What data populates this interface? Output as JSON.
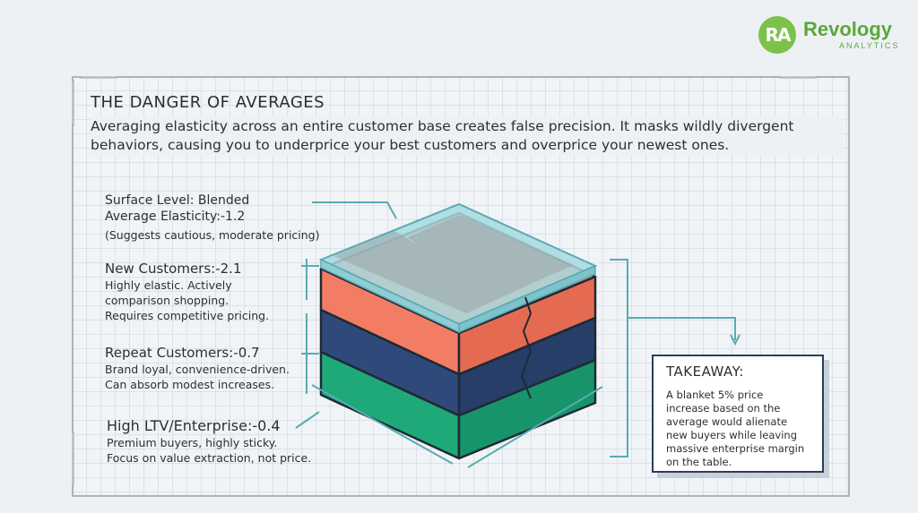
{
  "brand": {
    "mark": "RA",
    "name": "Revology",
    "sub": "ANALYTICS"
  },
  "title": "THE DANGER OF AVERAGES",
  "intro": "Averaging elasticity across an entire customer base creates false precision. It masks wildly divergent behaviors, causing you to underprice your best customers and overprice your newest ones.",
  "layers": [
    {
      "heading": "Surface Level: Blended",
      "heading2": "Average Elasticity:-1.2",
      "desc": "(Suggests cautious, moderate pricing)",
      "color": "#9fd6db"
    },
    {
      "heading": "New Customers:-2.1",
      "desc1": "Highly elastic. Actively",
      "desc2": "comparison shopping.",
      "desc3": "Requires competitive pricing.",
      "color": "#f37c64"
    },
    {
      "heading": "Repeat Customers:-0.7",
      "desc1": "Brand loyal, convenience-driven.",
      "desc2": "Can absorb modest increases.",
      "color": "#2f4a7a"
    },
    {
      "heading": "High LTV/Enterprise:-0.4",
      "desc1": "Premium buyers, highly sticky.",
      "desc2": "Focus on value extraction, not price.",
      "color": "#1fa878"
    }
  ],
  "takeaway": {
    "heading": "TAKEAWAY:",
    "body": "A blanket 5% price increase based on the average would alienate new buyers while leaving massive enterprise margin on the table."
  }
}
